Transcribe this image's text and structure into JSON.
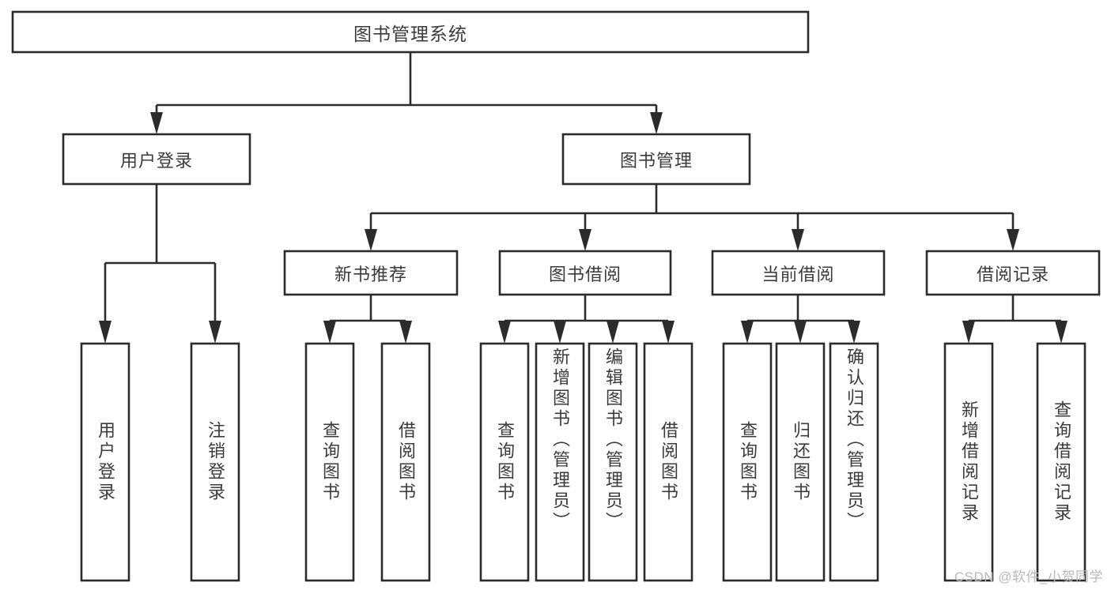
{
  "diagram": {
    "type": "tree-hierarchy",
    "title": "图书管理系统",
    "watermark": "CSDN @软件_小贺同学",
    "colors": {
      "box_stroke": "#2b2b2b",
      "box_fill": "#ffffff",
      "text": "#3b3b3b",
      "connector": "#2b2b2b",
      "background": "#ffffff",
      "watermark": "#b9b9b9"
    },
    "root": {
      "id": "root",
      "label": "图书管理系统",
      "orientation": "horizontal"
    },
    "level1": [
      {
        "id": "user-login",
        "label": "用户登录",
        "orientation": "horizontal"
      },
      {
        "id": "book-management",
        "label": "图书管理",
        "orientation": "horizontal"
      }
    ],
    "level2": [
      {
        "id": "new-book-recommend",
        "label": "新书推荐",
        "orientation": "horizontal",
        "parent": "book-management"
      },
      {
        "id": "book-borrow",
        "label": "图书借阅",
        "orientation": "horizontal",
        "parent": "book-management"
      },
      {
        "id": "current-borrow",
        "label": "当前借阅",
        "orientation": "horizontal",
        "parent": "book-management"
      },
      {
        "id": "borrow-record",
        "label": "借阅记录",
        "orientation": "horizontal",
        "parent": "book-management"
      }
    ],
    "leaves": [
      {
        "id": "leaf-user-login",
        "label": "用户登录",
        "orientation": "vertical",
        "parent": "user-login"
      },
      {
        "id": "leaf-logout-login",
        "label": "注销登录",
        "orientation": "vertical",
        "parent": "user-login"
      },
      {
        "id": "leaf-query-book-1",
        "label": "查询图书",
        "orientation": "vertical",
        "parent": "new-book-recommend"
      },
      {
        "id": "leaf-borrow-book-1",
        "label": "借阅图书",
        "orientation": "vertical",
        "parent": "new-book-recommend"
      },
      {
        "id": "leaf-query-book-2",
        "label": "查询图书",
        "orientation": "vertical",
        "parent": "book-borrow"
      },
      {
        "id": "leaf-add-book",
        "label": "新增图书（管理员）",
        "orientation": "vertical",
        "parent": "book-borrow"
      },
      {
        "id": "leaf-edit-book",
        "label": "编辑图书（管理员）",
        "orientation": "vertical",
        "parent": "book-borrow"
      },
      {
        "id": "leaf-borrow-book-2",
        "label": "借阅图书",
        "orientation": "vertical",
        "parent": "book-borrow"
      },
      {
        "id": "leaf-query-book-3",
        "label": "查询图书",
        "orientation": "vertical",
        "parent": "current-borrow"
      },
      {
        "id": "leaf-return-book",
        "label": "归还图书",
        "orientation": "vertical",
        "parent": "current-borrow"
      },
      {
        "id": "leaf-confirm-return",
        "label": "确认归还（管理员）",
        "orientation": "vertical",
        "parent": "current-borrow"
      },
      {
        "id": "leaf-add-record",
        "label": "新增借阅记录",
        "orientation": "vertical",
        "parent": "borrow-record"
      },
      {
        "id": "leaf-query-record",
        "label": "查询借阅记录",
        "orientation": "vertical",
        "parent": "borrow-record"
      }
    ]
  }
}
